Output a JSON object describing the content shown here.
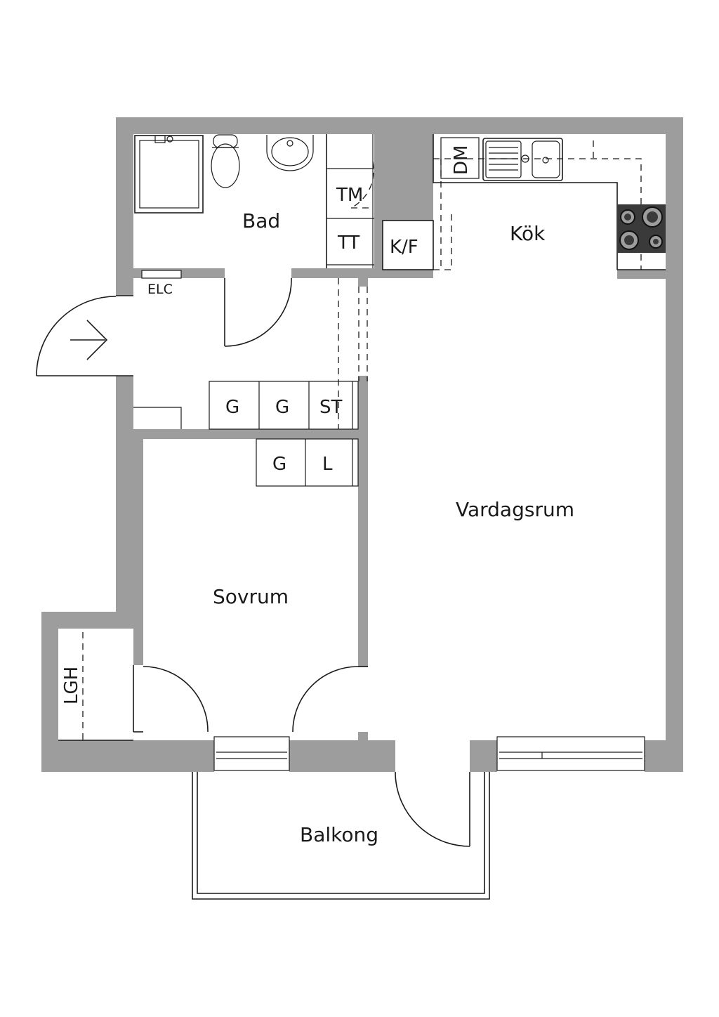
{
  "rooms": {
    "bad": "Bad",
    "kok": "Kök",
    "vardagsrum": "Vardagsrum",
    "sovrum": "Sovrum",
    "balkong": "Balkong"
  },
  "fixtures": {
    "tm": "TM",
    "tt": "TT",
    "kf": "K/F",
    "dm": "DM",
    "elc": "ELC",
    "g1": "G",
    "g2": "G",
    "st": "ST",
    "g3": "G",
    "l": "L",
    "lgh": "LGH"
  },
  "colors": {
    "wall": "#9d9d9d",
    "line": "#1a1a1a",
    "stove": "#3a3a3a"
  }
}
